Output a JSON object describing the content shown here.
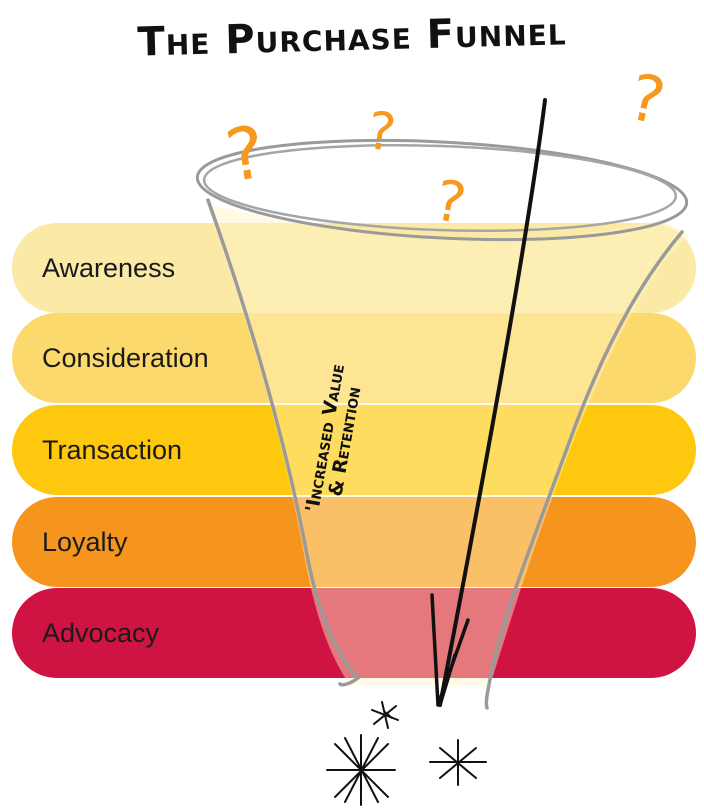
{
  "title": "The Purchase Funnel",
  "stages": [
    {
      "label": "Awareness",
      "color": "#fbe9a6"
    },
    {
      "label": "Consideration",
      "color": "#fcd96c"
    },
    {
      "label": "Transaction",
      "color": "#fec80e"
    },
    {
      "label": "Loyalty",
      "color": "#f5951e"
    },
    {
      "label": "Advocacy",
      "color": "#cf1342"
    }
  ],
  "arrow_label_line1": "'Increased Value",
  "arrow_label_line2": "& Retention",
  "question_mark": "?",
  "colors": {
    "question": "#f59a1e",
    "funnel_stroke": "#9a9a9a",
    "funnel_fill": "#fff4c4",
    "arrow": "#111111"
  }
}
